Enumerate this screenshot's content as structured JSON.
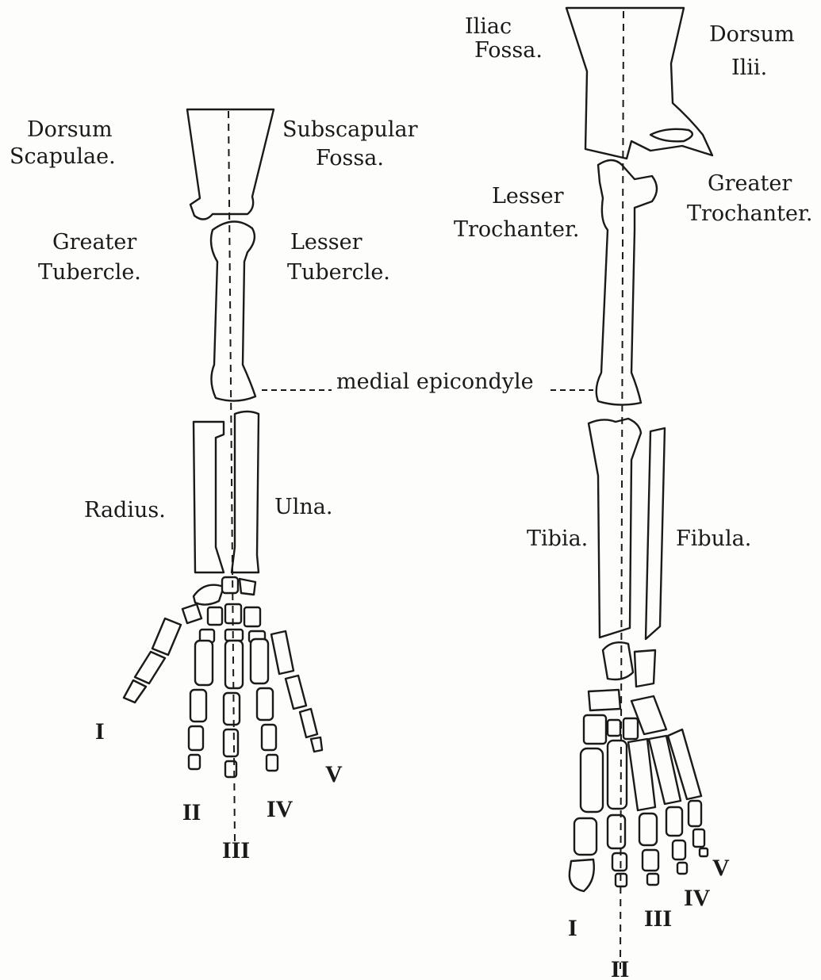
{
  "forelimb": {
    "dorsum_scapulae": [
      "Dorsum",
      "Scapulae."
    ],
    "subscapular_fossa": [
      "Subscapular",
      "Fossa."
    ],
    "greater_tubercle": [
      "Greater",
      "Tubercle."
    ],
    "lesser_tubercle": [
      "Lesser",
      "Tubercle."
    ],
    "radius": "Radius.",
    "ulna": "Ulna.",
    "digits": [
      "I",
      "II",
      "III",
      "IV",
      "V"
    ]
  },
  "hindlimb": {
    "iliac_fossa": [
      "Iliac",
      "Fossa."
    ],
    "dorsum_ilii": [
      "Dorsum",
      "Ilii."
    ],
    "lesser_trochanter": [
      "Lesser",
      "Trochanter."
    ],
    "greater_trochanter": [
      "Greater",
      "Trochanter."
    ],
    "tibia": "Tibia.",
    "fibula": "Fibula.",
    "digits": [
      "I",
      "II",
      "III",
      "IV",
      "V"
    ]
  },
  "shared": {
    "medial_epicondyle": "medial epicondyle"
  }
}
